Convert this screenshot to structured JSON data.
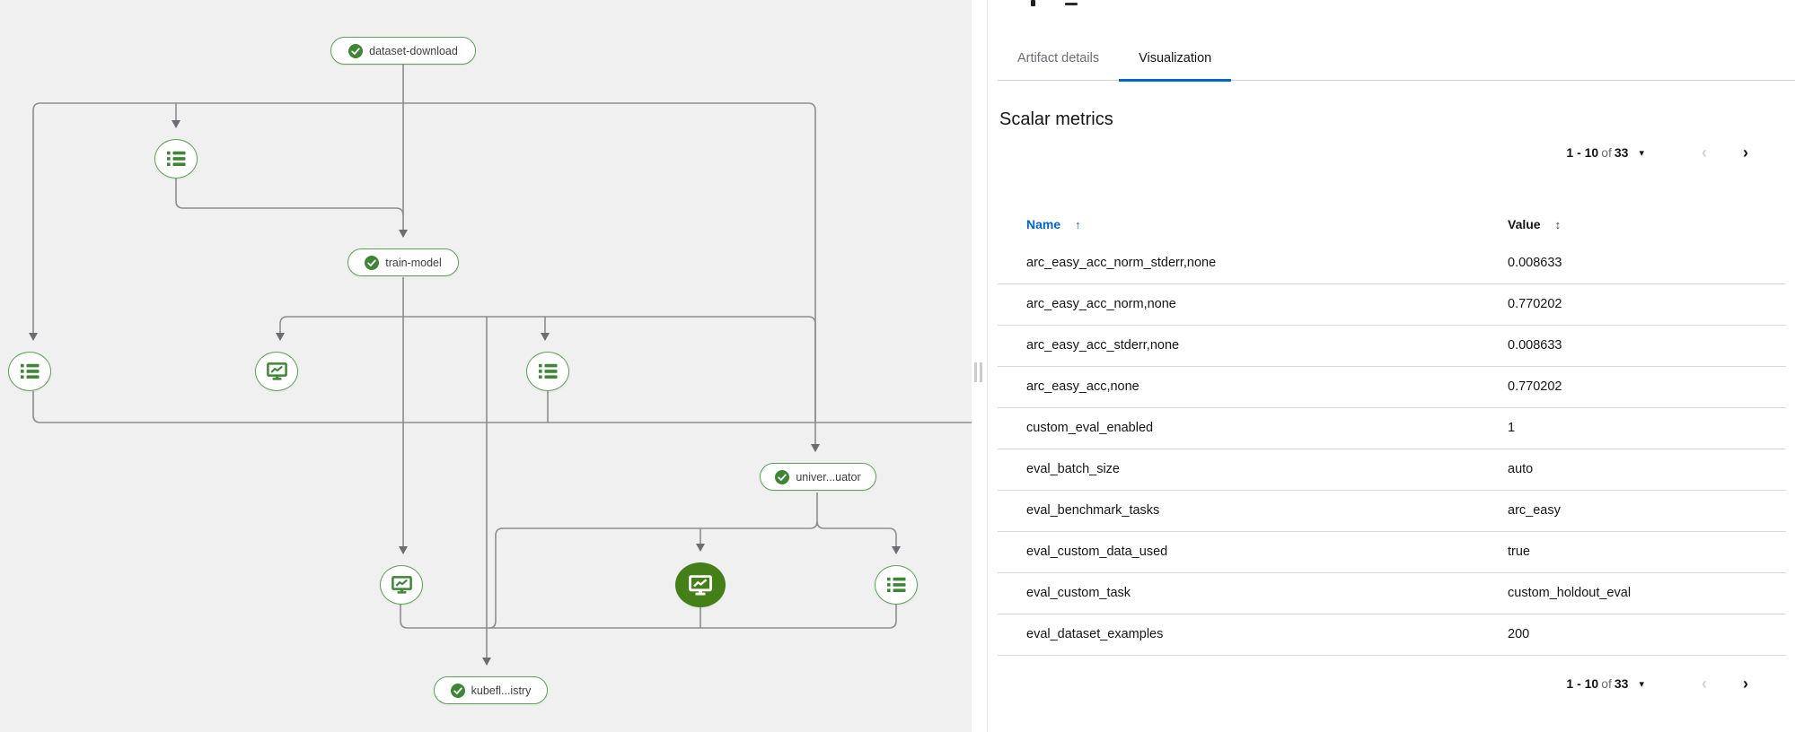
{
  "details_panel": {
    "tabs": [
      {
        "label": "Artifact details",
        "active": false
      },
      {
        "label": "Visualization",
        "active": true
      }
    ],
    "section_heading": "Scalar metrics",
    "pagination": {
      "range": "1 - 10",
      "of": "of",
      "total": "33"
    },
    "metrics_table": {
      "columns": [
        {
          "label": "Name",
          "sort": "ascending"
        },
        {
          "label": "Value",
          "sort": "none"
        }
      ],
      "rows": [
        {
          "name": "arc_easy_acc_norm_stderr,none",
          "value": "0.008633"
        },
        {
          "name": "arc_easy_acc_norm,none",
          "value": "0.770202"
        },
        {
          "name": "arc_easy_acc_stderr,none",
          "value": "0.008633"
        },
        {
          "name": "arc_easy_acc,none",
          "value": "0.770202"
        },
        {
          "name": "custom_eval_enabled",
          "value": "1"
        },
        {
          "name": "eval_batch_size",
          "value": "auto"
        },
        {
          "name": "eval_benchmark_tasks",
          "value": "arc_easy"
        },
        {
          "name": "eval_custom_data_used",
          "value": "true"
        },
        {
          "name": "eval_custom_task",
          "value": "custom_holdout_eval"
        },
        {
          "name": "eval_dataset_examples",
          "value": "200"
        }
      ]
    }
  },
  "pipeline_graph": {
    "nodes": {
      "dataset_download": {
        "label": "dataset-download",
        "status": "succeeded"
      },
      "train_model": {
        "label": "train-model",
        "status": "succeeded"
      },
      "universal_evaluator": {
        "label": "univer...uator",
        "status": "succeeded"
      },
      "kubeflow_registry": {
        "label": "kubefl...istry",
        "status": "succeeded"
      }
    },
    "artifact_nodes": [
      {
        "id": "a",
        "icon": "list-icon"
      },
      {
        "id": "b",
        "icon": "list-icon"
      },
      {
        "id": "c",
        "icon": "metrics-monitor-icon"
      },
      {
        "id": "d",
        "icon": "list-icon"
      },
      {
        "id": "e",
        "icon": "metrics-monitor-icon"
      },
      {
        "id": "f",
        "icon": "metrics-monitor-icon",
        "selected": true
      },
      {
        "id": "g",
        "icon": "list-icon"
      }
    ]
  },
  "icons": {
    "caret": "▾",
    "prev": "‹",
    "next": "›",
    "sort_asc": "↑",
    "sort_none": "↕"
  },
  "colors": {
    "accent_blue": "#0066cc",
    "success_green": "#3E8635",
    "node_border_green": "#5ba352",
    "selected_node_green": "#457f17",
    "edge_grey": "#8b8d8f",
    "pane_grey": "#f0f0f0"
  }
}
